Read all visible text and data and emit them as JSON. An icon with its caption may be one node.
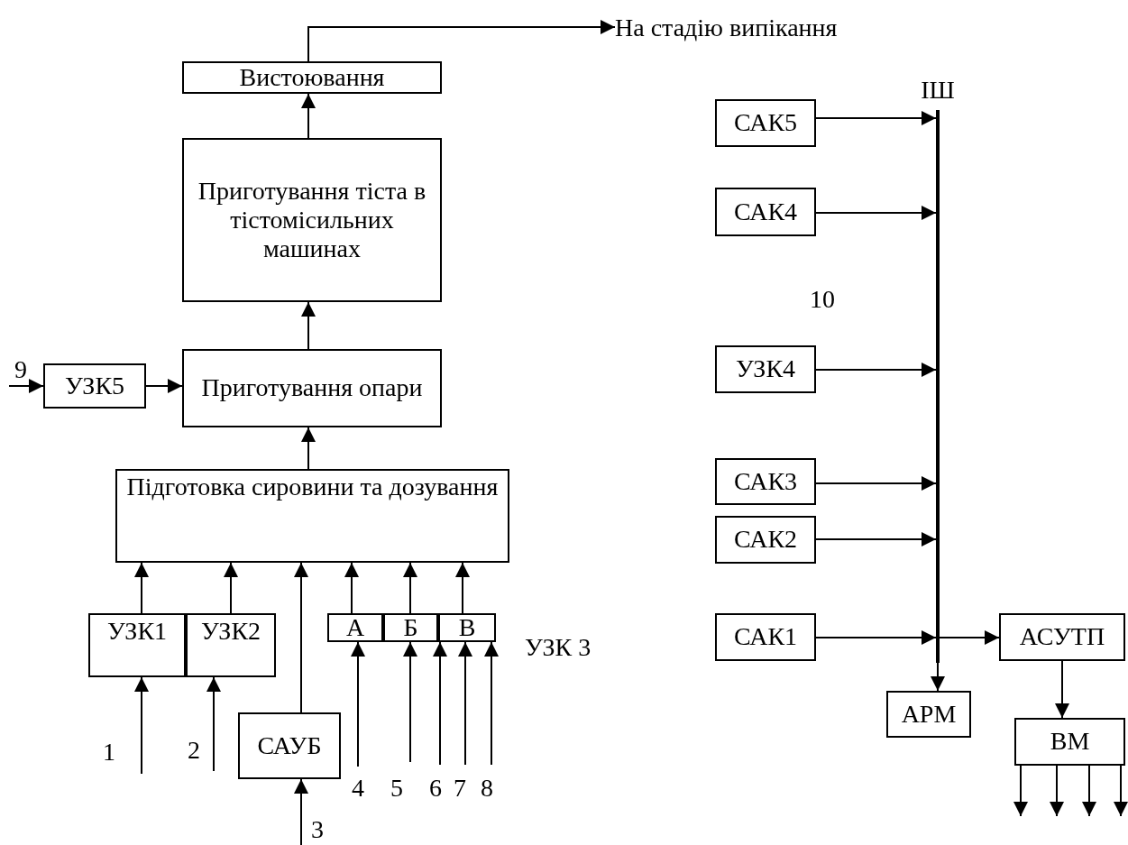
{
  "diagram": {
    "nodes": [
      {
        "text": [
          "Вистоювання"
        ]
      },
      {
        "text": [
          "Приготування тіста в тістомісильних машинах"
        ]
      },
      {
        "text": [
          "Приготування опари"
        ]
      },
      {
        "text": [
          "УЗК5"
        ]
      },
      {
        "text": [
          "Підготовка сировини та дозування"
        ]
      },
      {
        "text": [
          "УЗК1"
        ]
      },
      {
        "text": [
          "УЗК2"
        ]
      },
      {
        "text": [
          "САУБ"
        ]
      },
      {
        "text": [
          "А"
        ]
      },
      {
        "text": [
          "Б"
        ]
      },
      {
        "text": [
          "В"
        ]
      },
      {
        "text": [
          "На стадію випікання"
        ]
      },
      {
        "text": [
          "ІШ"
        ]
      },
      {
        "text": [
          "САК5"
        ]
      },
      {
        "text": [
          "САК4"
        ]
      },
      {
        "text": [
          "УЗК4"
        ]
      },
      {
        "text": [
          "САК3"
        ]
      },
      {
        "text": [
          "САК2"
        ]
      },
      {
        "text": [
          "САК1"
        ]
      },
      {
        "text": [
          "АСУТП"
        ]
      },
      {
        "text": [
          "АРМ"
        ]
      },
      {
        "text": [
          "ВМ"
        ]
      }
    ],
    "edges": [
      {
        "from": 0,
        "to": 11,
        "arrow": "to"
      },
      {
        "from": 1,
        "to": 0,
        "arrow": "to"
      },
      {
        "from": 2,
        "to": 1,
        "arrow": "to"
      },
      {
        "from": 3,
        "to": 2,
        "arrow": "to"
      },
      {
        "from": null,
        "to": 3,
        "arrow": "to",
        "label": "9"
      },
      {
        "from": 4,
        "to": 2,
        "arrow": "to"
      },
      {
        "from": 5,
        "to": 4,
        "arrow": "to"
      },
      {
        "from": 6,
        "to": 4,
        "arrow": "to"
      },
      {
        "from": 7,
        "to": 4,
        "arrow": "to"
      },
      {
        "from": 8,
        "to": 4,
        "arrow": "to"
      },
      {
        "from": 9,
        "to": 4,
        "arrow": "to"
      },
      {
        "from": 10,
        "to": 4,
        "arrow": "to"
      },
      {
        "from": null,
        "to": 5,
        "arrow": "to",
        "label": "1"
      },
      {
        "from": null,
        "to": 6,
        "arrow": "to",
        "label": "2"
      },
      {
        "from": null,
        "to": 7,
        "arrow": "to",
        "label": "3"
      },
      {
        "from": null,
        "to": 8,
        "arrow": "to",
        "label": "4"
      },
      {
        "from": null,
        "to": 9,
        "arrow": "to",
        "label": "5"
      },
      {
        "from": null,
        "to": 10,
        "arrow": "to",
        "label": "6"
      },
      {
        "from": null,
        "to": 10,
        "arrow": "to",
        "label": "7"
      },
      {
        "from": null,
        "to": 10,
        "arrow": "to",
        "label": "8"
      },
      {
        "from": 13,
        "to": 12,
        "arrow": "to"
      },
      {
        "from": 14,
        "to": 12,
        "arrow": "to"
      },
      {
        "from": 15,
        "to": 12,
        "arrow": "to"
      },
      {
        "from": 16,
        "to": 12,
        "arrow": "to"
      },
      {
        "from": 17,
        "to": 12,
        "arrow": "to"
      },
      {
        "from": 18,
        "to": 12,
        "arrow": "to"
      },
      {
        "from": 12,
        "to": 19,
        "arrow": "to"
      },
      {
        "from": 12,
        "to": 20,
        "arrow": "to"
      },
      {
        "from": 19,
        "to": 21,
        "arrow": "to"
      },
      {
        "from": 21,
        "to": null,
        "arrow": "to"
      },
      {
        "from": 21,
        "to": null,
        "arrow": "to"
      },
      {
        "from": 21,
        "to": null,
        "arrow": "to"
      },
      {
        "from": 21,
        "to": null,
        "arrow": "to"
      }
    ],
    "labels": [
      "10",
      "УЗК 3"
    ]
  }
}
